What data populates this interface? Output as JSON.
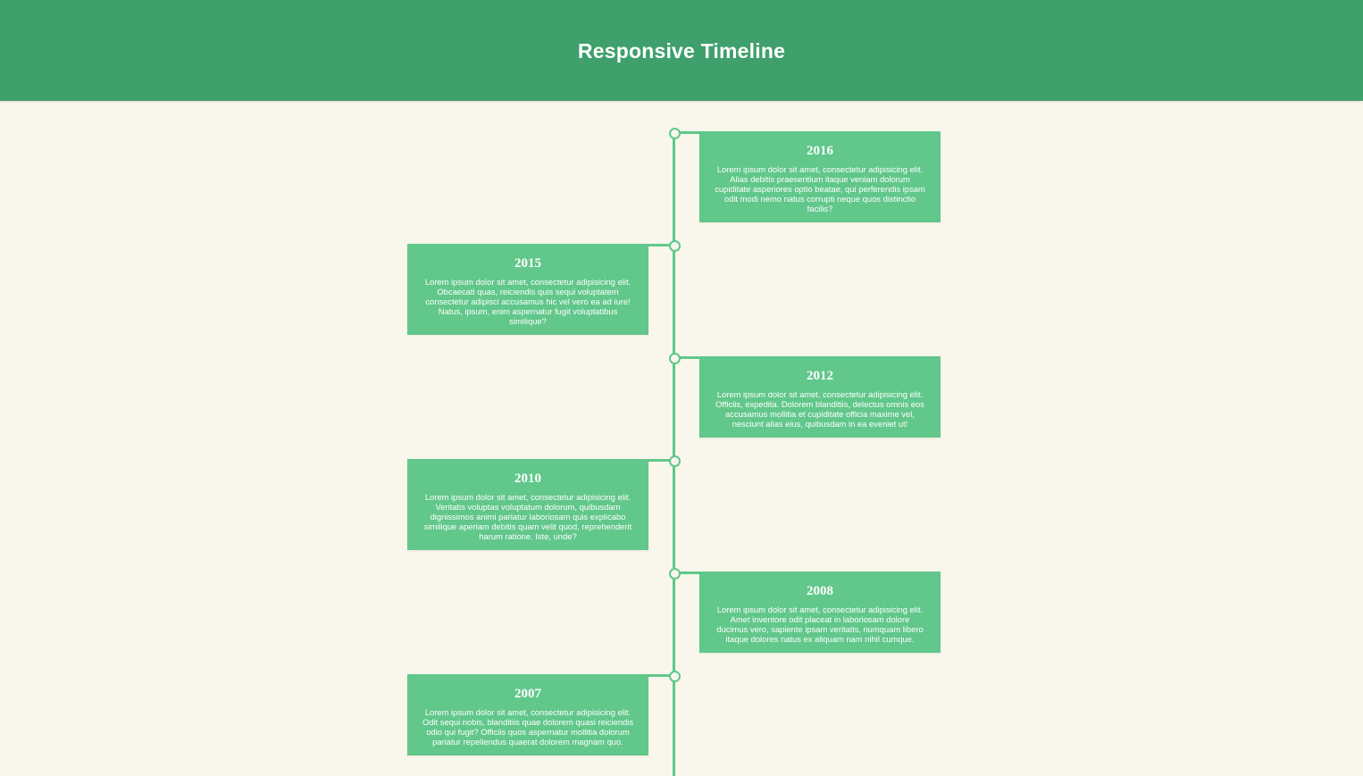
{
  "header": {
    "title": "Responsive Timeline"
  },
  "theme": {
    "header_bg": "#3fa06b",
    "accent": "#5ec98b",
    "card_bg": "#61c78a",
    "page_bg": "#f9f7ec"
  },
  "timeline": {
    "events": [
      {
        "year": "2016",
        "text": "Lorem ipsum dolor sit amet, consectetur adipisicing elit. Alias debitis praesentium itaque veniam dolorum cupiditate asperiores optio beatae, qui perferendis ipsam odit modi nemo natus corrupti neque quos distinctio facilis?"
      },
      {
        "year": "2015",
        "text": "Lorem ipsum dolor sit amet, consectetur adipisicing elit. Obcaecati quas, reiciendis quis sequi voluptatem consectetur adipisci accusamus hic vel vero ea ad iure! Natus, ipsum, enim aspernatur fugit voluptatibus similique?"
      },
      {
        "year": "2012",
        "text": "Lorem ipsum dolor sit amet, consectetur adipisicing elit. Officiis, expedita. Dolorem blanditiis, delectus omnis eos accusamus mollitia et cupiditate officia maxime vel, nesciunt alias eius, quibusdam in ea eveniet ut!"
      },
      {
        "year": "2010",
        "text": "Lorem ipsum dolor sit amet, consectetur adipisicing elit. Veritatis voluptas voluptatum dolorum, quibusdam dignissimos animi pariatur laboriosam quis explicabo similique aperiam debitis quam velit quod, reprehenderit harum ratione. Iste, unde?"
      },
      {
        "year": "2008",
        "text": "Lorem ipsum dolor sit amet, consectetur adipisicing elit. Amet inventore odit placeat in laboriosam dolore ducimus vero, sapiente ipsam veritatis, numquam libero itaque dolores natus ex aliquam nam nihil cumque."
      },
      {
        "year": "2007",
        "text": "Lorem ipsum dolor sit amet, consectetur adipisicing elit. Odit sequi nobis, blanditiis quae dolorem quasi reiciendis odio qui fugit? Officiis quos aspernatur mollitia dolorum pariatur repellendus quaerat dolorem magnam quo."
      }
    ]
  }
}
